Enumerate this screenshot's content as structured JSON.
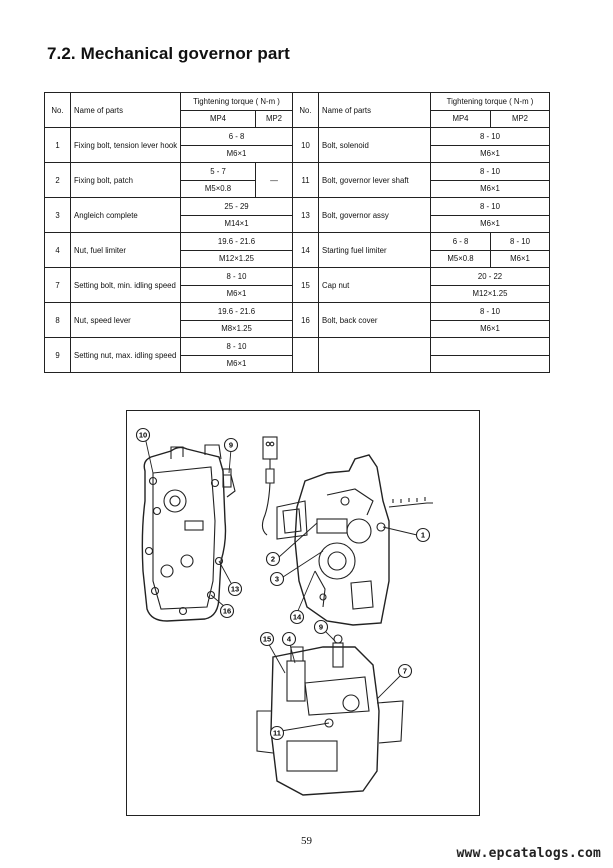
{
  "section_title": "7.2. Mechanical governor part",
  "table": {
    "header": {
      "no": "No.",
      "name": "Name of parts",
      "torque": "Tightening torque ( N-m   )",
      "mp4": "MP4",
      "mp2": "MP2"
    },
    "left": [
      {
        "no": "1",
        "name": "Fixing bolt, tension lever hook",
        "v1": "6 - 8",
        "v2": "M6×1"
      },
      {
        "no": "2",
        "name": "Fixing bolt, patch",
        "v1": "5 - 7",
        "v2": "M5×0.8",
        "mp2": "—"
      },
      {
        "no": "3",
        "name": "Angleich complete",
        "v1": "25 - 29",
        "v2": "M14×1"
      },
      {
        "no": "4",
        "name": "Nut, fuel limiter",
        "v1": "19.6 - 21.6",
        "v2": "M12×1.25"
      },
      {
        "no": "7",
        "name": "Setting bolt, min. idling speed",
        "v1": "8 - 10",
        "v2": "M6×1"
      },
      {
        "no": "8",
        "name": "Nut, speed lever",
        "v1": "19.6 - 21.6",
        "v2": "M8×1.25"
      },
      {
        "no": "9",
        "name": "Setting nut, max. idling speed",
        "v1": "8 - 10",
        "v2": "M6×1"
      }
    ],
    "right": [
      {
        "no": "10",
        "name": "Bolt, solenoid",
        "v1": "8 - 10",
        "v2": "M6×1"
      },
      {
        "no": "11",
        "name": "Bolt, governor lever shaft",
        "v1": "8 - 10",
        "v2": "M6×1"
      },
      {
        "no": "13",
        "name": "Bolt, governor assy",
        "v1": "8 - 10",
        "v2": "M6×1"
      },
      {
        "no": "14",
        "name": "Starting fuel limiter",
        "v1_mp4": "6 - 8",
        "v1_mp2": "8 - 10",
        "v2_mp4": "M5×0.8",
        "v2_mp2": "M6×1"
      },
      {
        "no": "15",
        "name": "Cap nut",
        "v1": "20 - 22",
        "v2": "M12×1.25"
      },
      {
        "no": "16",
        "name": "Bolt, back cover",
        "v1": "8 - 10",
        "v2": "M6×1"
      }
    ]
  },
  "figure": {
    "callouts": [
      "10",
      "9",
      "1",
      "2",
      "3",
      "13",
      "16",
      "14",
      "15",
      "4",
      "9",
      "7",
      "11"
    ]
  },
  "page_number": "59",
  "watermark": "www.epcatalogs.com"
}
